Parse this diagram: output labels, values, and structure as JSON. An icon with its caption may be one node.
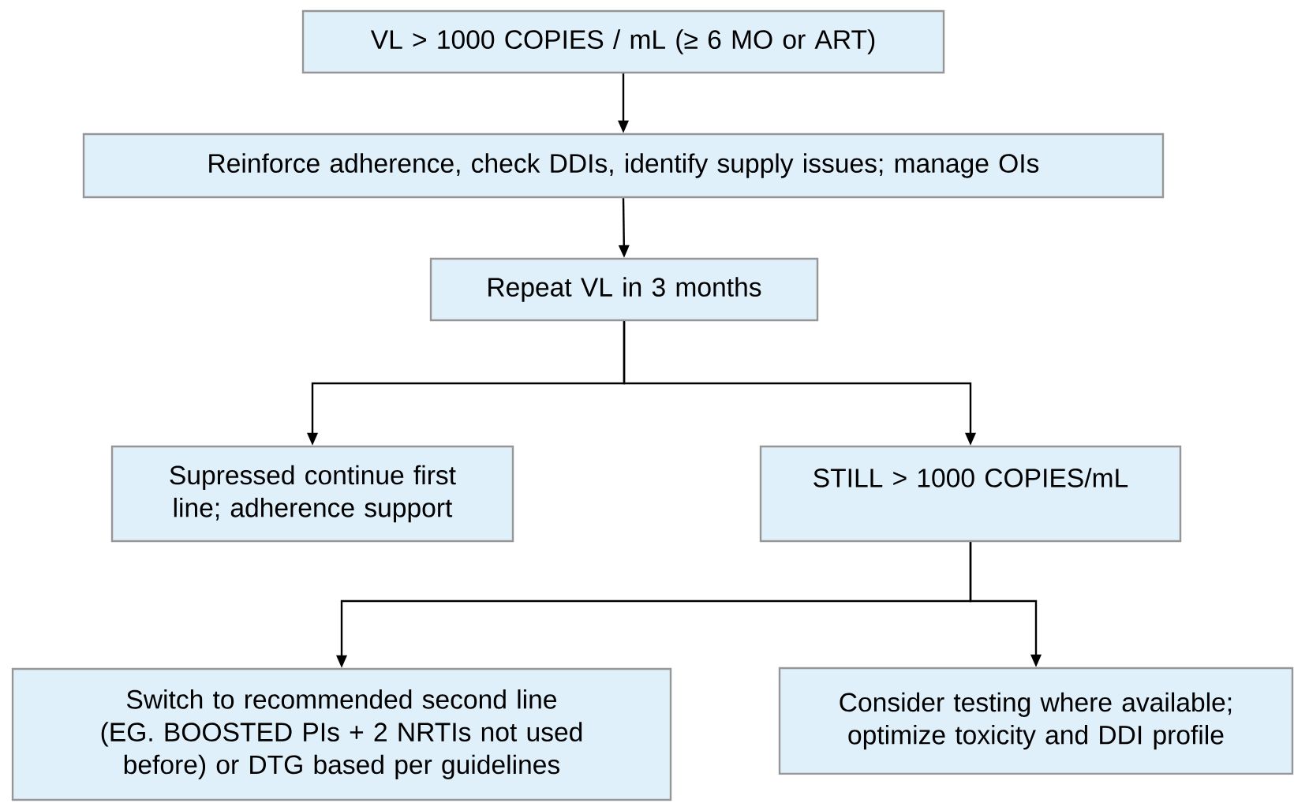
{
  "diagram": {
    "nodes": [
      {
        "text": [
          "VL > 1000 COPIES / mL (≥ 6 MO or ART)"
        ]
      },
      {
        "text": [
          "Reinforce adherence, check DDIs, identify supply issues; manage OIs"
        ]
      },
      {
        "text": [
          "Repeat VL in 3 months"
        ]
      },
      {
        "text": [
          "Supressed continue first line; adherence support"
        ]
      },
      {
        "text": [
          "STILL > 1000 COPIES/mL"
        ]
      },
      {
        "text": [
          "Switch to recommended second line (EG. BOOSTED PIs + 2 NRTIs not used before) or DTG based per guidelines"
        ]
      },
      {
        "text": [
          "Consider testing where available; optimize toxicity and DDI profile"
        ]
      }
    ],
    "edges": [
      {
        "from": 0,
        "to": 1,
        "arrow": "to"
      },
      {
        "from": 1,
        "to": 2,
        "arrow": "to"
      },
      {
        "from": 2,
        "to": 3,
        "arrow": "to"
      },
      {
        "from": 2,
        "to": 4,
        "arrow": "to"
      },
      {
        "from": 4,
        "to": 5,
        "arrow": "to"
      },
      {
        "from": 4,
        "to": 6,
        "arrow": "to"
      }
    ]
  }
}
